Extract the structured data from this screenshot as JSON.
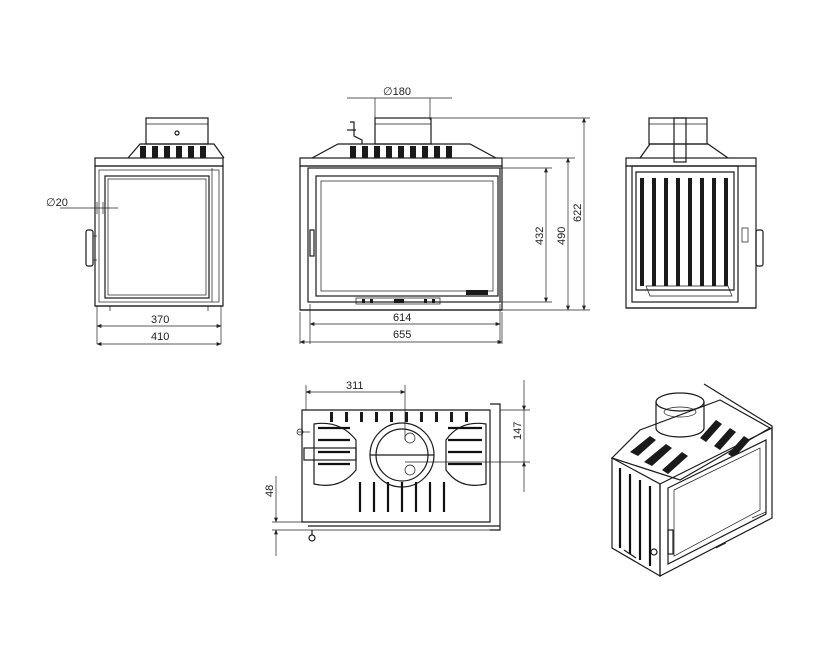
{
  "colors": {
    "line": "#1a1a1a",
    "background": "#ffffff"
  },
  "front_view": {
    "pipe_diameter": "∅180",
    "width_inner": "614",
    "width_outer": "655",
    "height_glass": "432",
    "height_door": "490",
    "height_total": "622"
  },
  "left_view": {
    "handle_diameter": "∅20",
    "depth_inner": "370",
    "depth_outer": "410"
  },
  "top_view": {
    "offset_x": "311",
    "offset_y": "147",
    "side_offset": "48"
  }
}
